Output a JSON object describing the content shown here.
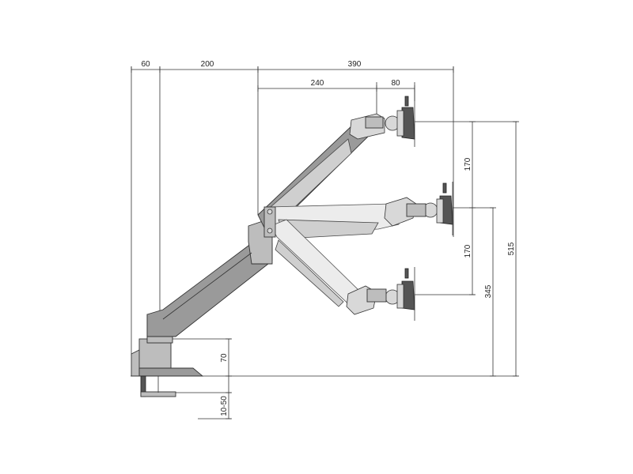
{
  "dimensions": {
    "top": {
      "d60": "60",
      "d200": "200",
      "d390": "390",
      "d240": "240",
      "d80": "80"
    },
    "right": {
      "upper170": "170",
      "lower170": "170",
      "d345": "345",
      "d515": "515"
    },
    "base": {
      "d70": "70",
      "d10_50": "10-50"
    }
  },
  "colors": {
    "arm_dark": "#9a9a9a",
    "arm_light": "#ececec",
    "line": "#333333"
  }
}
